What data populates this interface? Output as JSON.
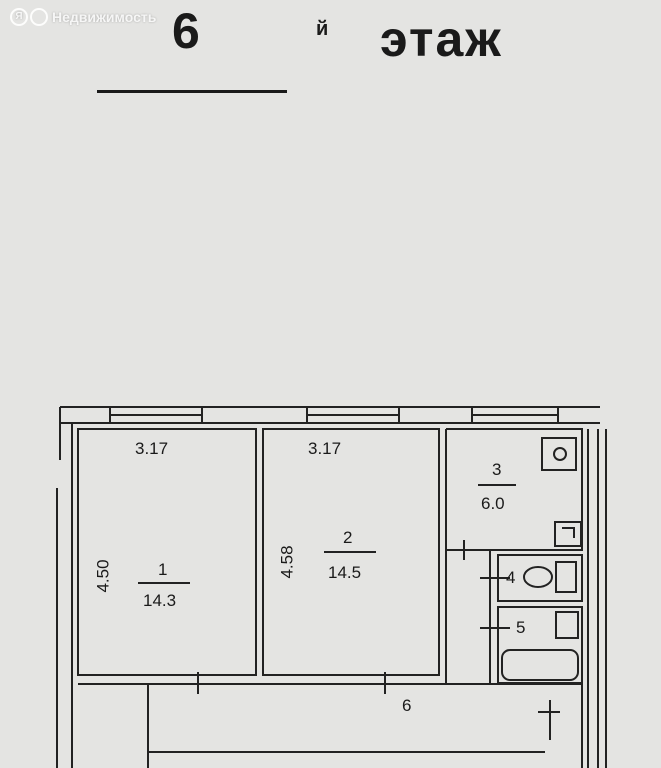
{
  "watermark": {
    "logo": "Я",
    "text": "Недвижимость"
  },
  "header": {
    "floor_number": "6",
    "floor_suffix": "й",
    "floor_word": "этаж"
  },
  "rooms": [
    {
      "number": "1",
      "area": "14.3",
      "width": "3.17",
      "length": "4.50"
    },
    {
      "number": "2",
      "area": "14.5",
      "width": "3.17",
      "length": "4.58"
    },
    {
      "number": "3",
      "area": "6.0"
    },
    {
      "number": "4"
    },
    {
      "number": "5"
    },
    {
      "number": "6"
    }
  ]
}
